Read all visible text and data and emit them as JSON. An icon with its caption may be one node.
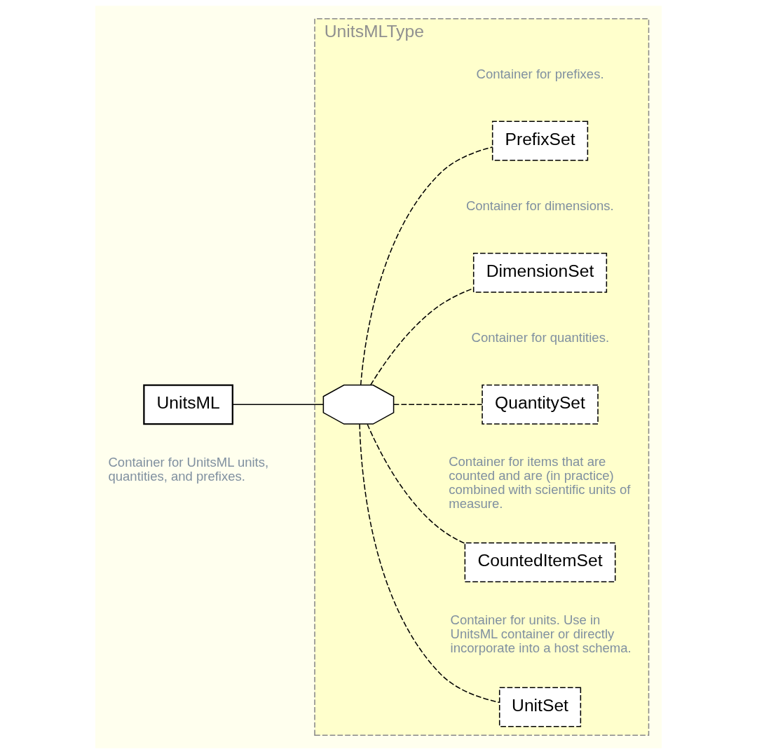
{
  "diagram": {
    "nodes": [
      {
        "text": [
          "UnitsML"
        ],
        "beside": [
          "Container for UnitsML units, quantities, and prefixes."
        ]
      },
      {
        "text": [
          "UnitsMLType"
        ]
      },
      {
        "text": [],
        "shape": "octagon",
        "in": 1
      },
      {
        "text": [
          "UnitSet"
        ],
        "in": 1,
        "beside": [
          "Container for units. Use in UnitsML container or directly incorporate into a host schema."
        ]
      },
      {
        "text": [
          "CountedItemSet"
        ],
        "in": 1,
        "beside": [
          "Container for items that are counted and are (in practice) combined with scientific units of measure."
        ]
      },
      {
        "text": [
          "QuantitySet"
        ],
        "in": 1,
        "beside": [
          "Container for quantities."
        ]
      },
      {
        "text": [
          "DimensionSet"
        ],
        "in": 1,
        "beside": [
          "Container for dimensions."
        ]
      },
      {
        "text": [
          "PrefixSet"
        ],
        "in": 1,
        "beside": [
          "Container for prefixes."
        ]
      }
    ],
    "edges": [
      {
        "from": 0,
        "to": 2,
        "arrow": "none"
      },
      {
        "from": 2,
        "to": 3,
        "arrow": "none",
        "style": "dashed"
      },
      {
        "from": 2,
        "to": 4,
        "arrow": "none",
        "style": "dashed"
      },
      {
        "from": 2,
        "to": 5,
        "arrow": "none",
        "style": "dashed"
      },
      {
        "from": 2,
        "to": 6,
        "arrow": "none",
        "style": "dashed"
      },
      {
        "from": 2,
        "to": 7,
        "arrow": "none",
        "style": "dashed"
      }
    ]
  }
}
